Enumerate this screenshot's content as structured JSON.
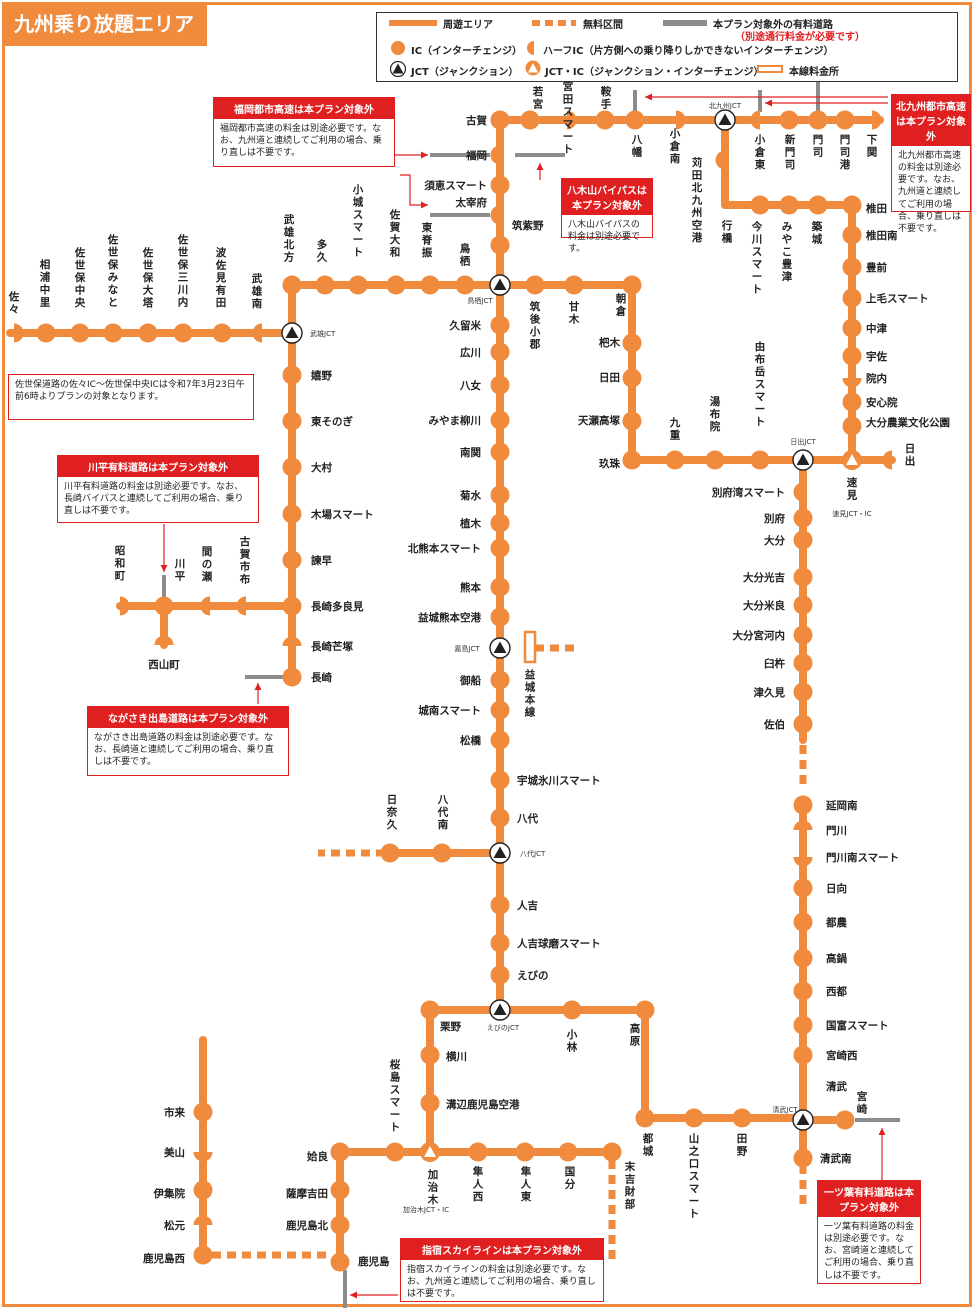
{
  "title": "九州乗り放題エリア",
  "colors": {
    "route": "#f08a3c",
    "gray": "#8c8c8c",
    "red": "#e02020",
    "junction": "#333333"
  },
  "legend": {
    "route": "周遊エリア",
    "free": "無料区間",
    "excluded": "本プラン対象外の有料道路",
    "excluded_sub": "（別途通行料金が必要です）",
    "ic": "IC（インターチェンジ）",
    "half_ic": "ハーフIC（片方側への乗り降りしかできないインターチェンジ）",
    "jct": "JCT（ジャンクション）",
    "jct_ic": "JCT・IC（ジャンクション・インターチェンジ）",
    "toll": "本線料金所"
  },
  "notes": {
    "fukuoka": {
      "title": "福岡都市高速は本プラン対象外",
      "body": "福岡都市高速の料金は別途必要です。なお、九州道と連続してご利用の場合、乗り直しは不要です。"
    },
    "kitakyushu": {
      "title": "北九州都市高速は本プラン対象外",
      "body": "北九州都市高速の料金は別途必要です。なお、九州道と連続してご利用の場合、乗り直しは不要です。"
    },
    "yagiyama": {
      "title": "八木山バイパスは本プラン対象外",
      "body": "八木山バイパスの料金は別途必要です。"
    },
    "sasebo": {
      "title": "",
      "body": "佐世保道路の佐々IC～佐世保中央ICは令和7年3月23日午前6時よりプランの対象となります。"
    },
    "kawahira": {
      "title": "川平有料道路は本プラン対象外",
      "body": "川平有料道路の料金は別途必要です。なお、長崎バイパスと連続してご利用の場合、乗り直しは不要です。"
    },
    "dejima": {
      "title": "ながさき出島道路は本プラン対象外",
      "body": "ながさき出島道路の料金は別途必要です。なお、長崎道と連続してご利用の場合、乗り直しは不要です。"
    },
    "hitotsuba": {
      "title": "一ツ葉有料道路は本プラン対象外",
      "body": "一ツ葉有料道路の料金は別途必要です。なお、宮崎道と連続してご利用の場合、乗り直しは不要です。"
    },
    "ibusuki": {
      "title": "指宿スカイラインは本プラン対象外",
      "body": "指宿スカイラインの料金は別途必要です。なお、九州道と連続してご利用の場合、乗り直しは不要です。"
    }
  },
  "junctions": [
    "北九州JCT",
    "鳥栖JCT",
    "武雄JCT",
    "日出JCT",
    "嘉島JCT",
    "八代JCT",
    "えびのJCT",
    "清武JCT",
    "速見JCT・IC",
    "加治木JCT・IC"
  ],
  "toll_gate": "益城本線",
  "ics": {
    "kyushu_north": [
      "古賀",
      "福岡",
      "須恵スマート",
      "太宰府",
      "筑紫野"
    ],
    "kyushu_top": [
      "若宮",
      "宮田スマート",
      "鞍手",
      "八幡",
      "小倉南",
      "小倉東",
      "新門司",
      "門司",
      "門司港",
      "下関"
    ],
    "kitakyushu_airport": "苅田北九州空港",
    "higashi_kyushu_north": [
      "行橋",
      "今川スマート",
      "みやこ豊津",
      "築城",
      "椎田",
      "椎田南",
      "豊前",
      "上毛スマート",
      "中津",
      "宇佐",
      "院内",
      "安心院",
      "大分農業文化公園",
      "日出"
    ],
    "nagasaki": [
      "武雄北方",
      "多久",
      "小城スマート",
      "佐賀大和",
      "東脊振",
      "鳥栖",
      "嬉野",
      "東そのぎ",
      "大村",
      "木場スマート",
      "諫早",
      "長崎多良見",
      "長崎芒塚",
      "長崎"
    ],
    "sasebo": [
      "佐々",
      "相浦中里",
      "佐世保中央",
      "佐世保みなと",
      "佐世保大塔",
      "佐世保三川内",
      "波佐見有田",
      "武雄南"
    ],
    "nagasaki_bypass": [
      "昭和町",
      "川平",
      "西山町",
      "間の瀬",
      "古賀市布"
    ],
    "kyushu_central": [
      "久留米",
      "広川",
      "八女",
      "みやま柳川",
      "南関",
      "菊水",
      "植木",
      "北熊本スマート",
      "熊本",
      "益城熊本空港",
      "御船",
      "城南スマート",
      "松橋",
      "宇城氷川スマート",
      "八代",
      "人吉",
      "人吉球磨スマート",
      "えびの"
    ],
    "oita": [
      "筑後小郡",
      "甘木",
      "朝倉",
      "杷木",
      "日田",
      "天瀬高塚",
      "玖珠",
      "九重",
      "湯布院",
      "由布岳スマート"
    ],
    "higashi_kyushu_south": [
      "別府湾スマート",
      "別府",
      "大分",
      "大分光吉",
      "大分米良",
      "大分宮河内",
      "臼杵",
      "津久見",
      "佐伯",
      "延岡南",
      "門川",
      "門川南スマート",
      "日向",
      "都農",
      "高鍋",
      "西都",
      "国富スマート",
      "宮崎西",
      "清武",
      "清武南",
      "宮崎"
    ],
    "hisatsu": [
      "日奈久",
      "八代南"
    ],
    "miyazaki": [
      "高原",
      "小林",
      "山之口スマート",
      "田野",
      "都城"
    ],
    "kagoshima": [
      "栗野",
      "横川",
      "溝辺鹿児島空港",
      "桜島スマート",
      "姶良",
      "薩摩吉田",
      "鹿児島北",
      "鹿児島",
      "隼人西",
      "隼人東",
      "国分",
      "末吉財部"
    ],
    "minami_kyushu": [
      "市来",
      "美山",
      "伊集院",
      "松元",
      "鹿児島西"
    ]
  }
}
